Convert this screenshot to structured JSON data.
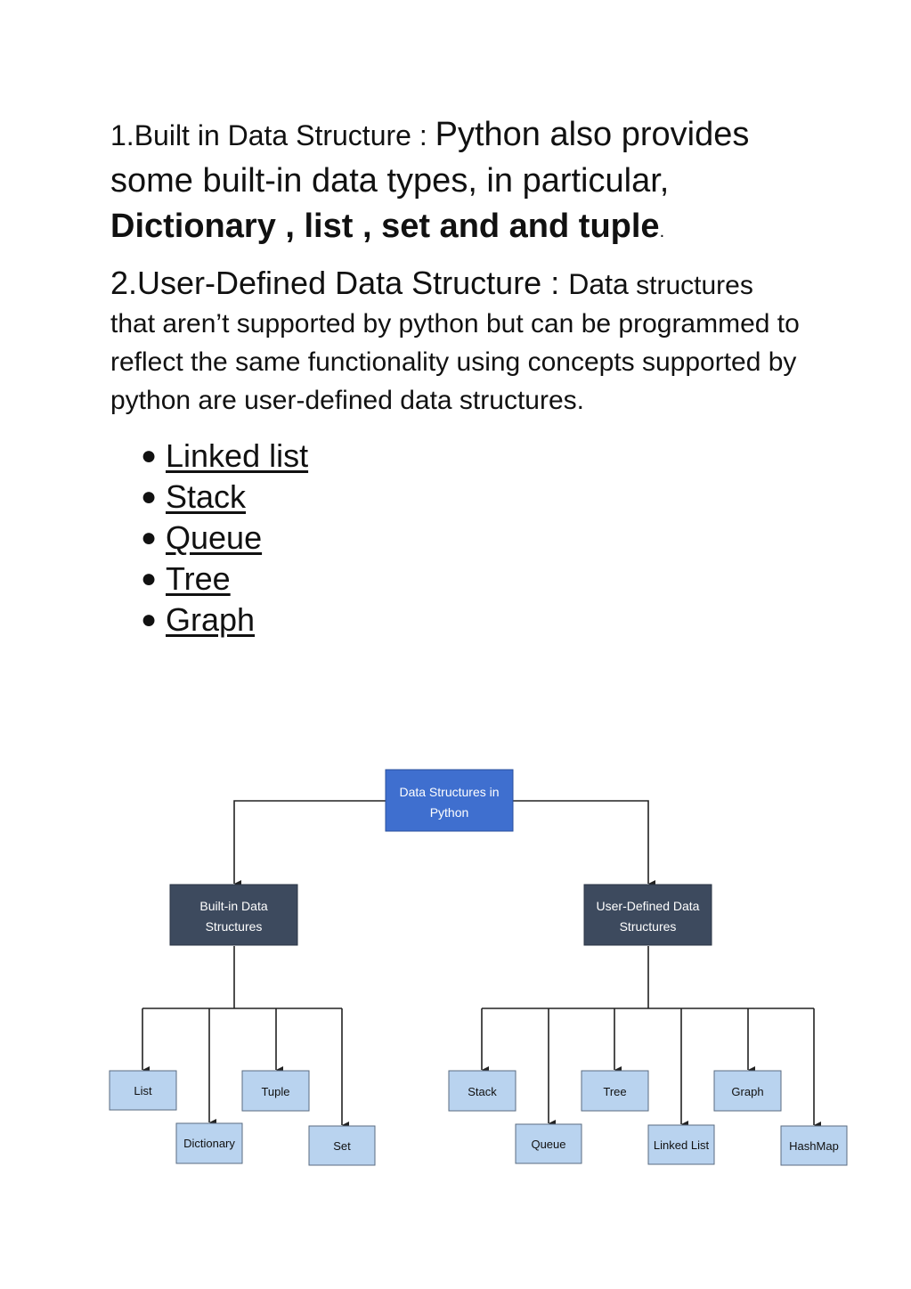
{
  "para1": {
    "lead": "1.Built in Data Structure : ",
    "text": "Python also provides some built-in data types, in particular, ",
    "bold": "Dictionary , list , set and  and tuple",
    "end": "."
  },
  "para2": {
    "lead": "2.User-Defined Data Structure : ",
    "lead2": "Data",
    "text": " structures that aren’t supported by python but can be programmed to reflect the same functionality using concepts supported by python are user-defined data structures."
  },
  "links": [
    "Linked list",
    "Stack",
    "Queue",
    "Tree",
    "Graph"
  ],
  "diagram": {
    "root": [
      "Data Structures in",
      "Python"
    ],
    "builtin": [
      "Built-in Data",
      "Structures"
    ],
    "userdefined": [
      "User-Defined Data",
      "Structures"
    ],
    "builtin_children": [
      "List",
      "Dictionary",
      "Tuple",
      "Set"
    ],
    "user_children": [
      "Stack",
      "Queue",
      "Tree",
      "Linked List",
      "Graph",
      "HashMap"
    ],
    "colors": {
      "root": "#3f6fcf",
      "category": "#3d4a5e",
      "leaf": "#b9d3ef",
      "leaf_border": "#5a6b80",
      "line": "#222222"
    }
  }
}
